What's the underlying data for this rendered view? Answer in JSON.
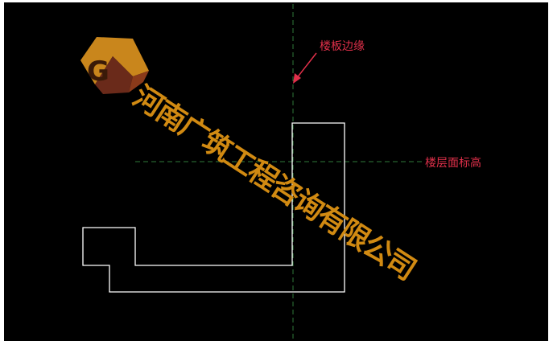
{
  "labels": {
    "slab_edge": "楼板边缘",
    "floor_elevation": "楼层面标高"
  },
  "watermark": {
    "text": "河南广筑工程咨询有限公司",
    "logo": "GC cube logo"
  },
  "colors": {
    "background": "#000000",
    "outline": "#ffffff",
    "reference_line": "#2f7a3a",
    "annotation": "#e0304a",
    "watermark": "#d18a12"
  }
}
